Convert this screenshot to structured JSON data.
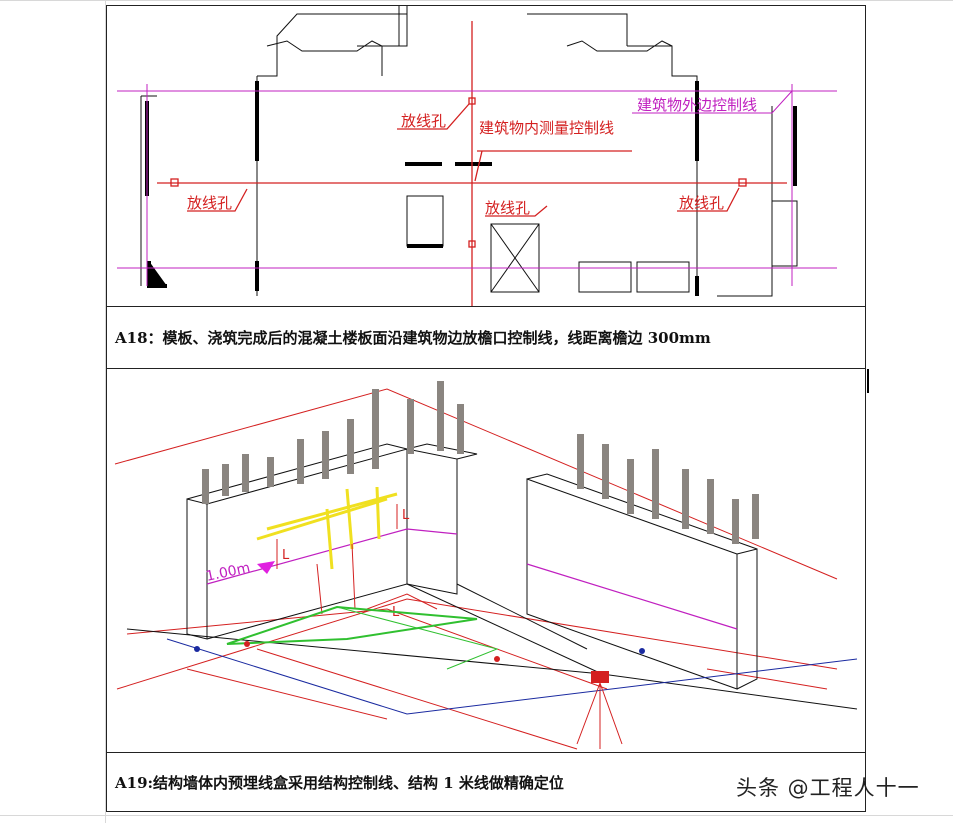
{
  "figure_a18": {
    "labels": {
      "hole_top": "放线孔",
      "inner_control_line": "建筑物内测量控制线",
      "outer_control_line": "建筑物外边控制线",
      "hole_left": "放线孔",
      "hole_center": "放线孔",
      "hole_right": "放线孔"
    },
    "caption": "A18：模板、浇筑完成后的混凝土楼板面沿建筑物边放檐口控制线，线距离檐边 300mm"
  },
  "figure_a19": {
    "labels": {
      "one_meter": "1.00m",
      "dim_l1": "L",
      "dim_l2": "L",
      "dim_l3": "L"
    },
    "caption": "A19:结构墙体内预埋线盒采用结构控制线、结构 1 米线做精确定位"
  },
  "watermark": "头条 @工程人十一",
  "colors": {
    "red": "#d42020",
    "magenta": "#c020c0",
    "blue": "#1a2aa0",
    "yellow": "#f0e020",
    "green": "#30c030"
  }
}
